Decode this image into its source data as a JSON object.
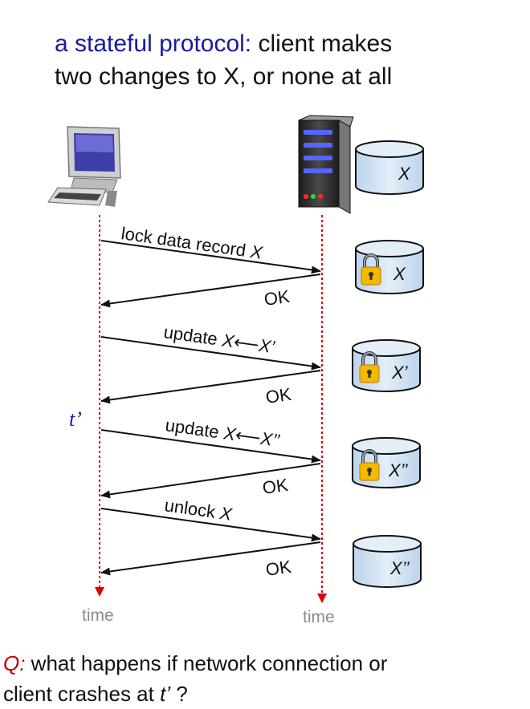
{
  "title": {
    "highlight": "a stateful protocol:",
    "rest_line1": " client makes",
    "line2": "two changes to X, or none at all"
  },
  "messages": [
    {
      "text": "lock data record X",
      "direction": "client-to-server"
    },
    {
      "text": "OK",
      "direction": "server-to-client"
    },
    {
      "text": "update X⟵X’",
      "direction": "client-to-server"
    },
    {
      "text": "OK",
      "direction": "server-to-client"
    },
    {
      "text": "update X⟵X’’",
      "direction": "client-to-server"
    },
    {
      "text": "OK",
      "direction": "server-to-client"
    },
    {
      "text": "unlock X",
      "direction": "client-to-server"
    },
    {
      "text": "OK",
      "direction": "server-to-client"
    }
  ],
  "labels": {
    "lock_msg_main": "lock data record ",
    "lock_msg_x": "X",
    "update1_main": "update ",
    "update1_x": "X",
    "update1_arrow": "⟵",
    "update1_val": "X’",
    "update2_main": "update ",
    "update2_x": "X",
    "update2_arrow": "⟵",
    "update2_val": "X’’",
    "unlock_main": "unlock ",
    "unlock_x": "X",
    "ok": "OK",
    "t_prime": "t’",
    "time_client": "time",
    "time_server": "time"
  },
  "database_states": [
    {
      "value": "X",
      "locked": false
    },
    {
      "value": "X",
      "locked": true
    },
    {
      "value": "X’",
      "locked": true
    },
    {
      "value": "X’’",
      "locked": true
    },
    {
      "value": "X’’",
      "locked": false
    }
  ],
  "question": {
    "q_label": "Q:",
    "text_before": " what happens if network connection or",
    "text_line2_before": "client crashes at ",
    "t_prime": "t’",
    "text_end": " ?"
  },
  "colors": {
    "title_highlight": "#1a1aa0",
    "question_label": "#c00000",
    "timeline": "#e00000",
    "time_label": "#8c8c8c",
    "db_fill": "#d6e6f5",
    "db_stroke": "#111111",
    "lock_body": "#f5b800"
  },
  "icons": {
    "client": "desktop-computer-icon",
    "server": "server-tower-icon",
    "database": "database-cylinder-icon",
    "lock": "padlock-icon"
  }
}
